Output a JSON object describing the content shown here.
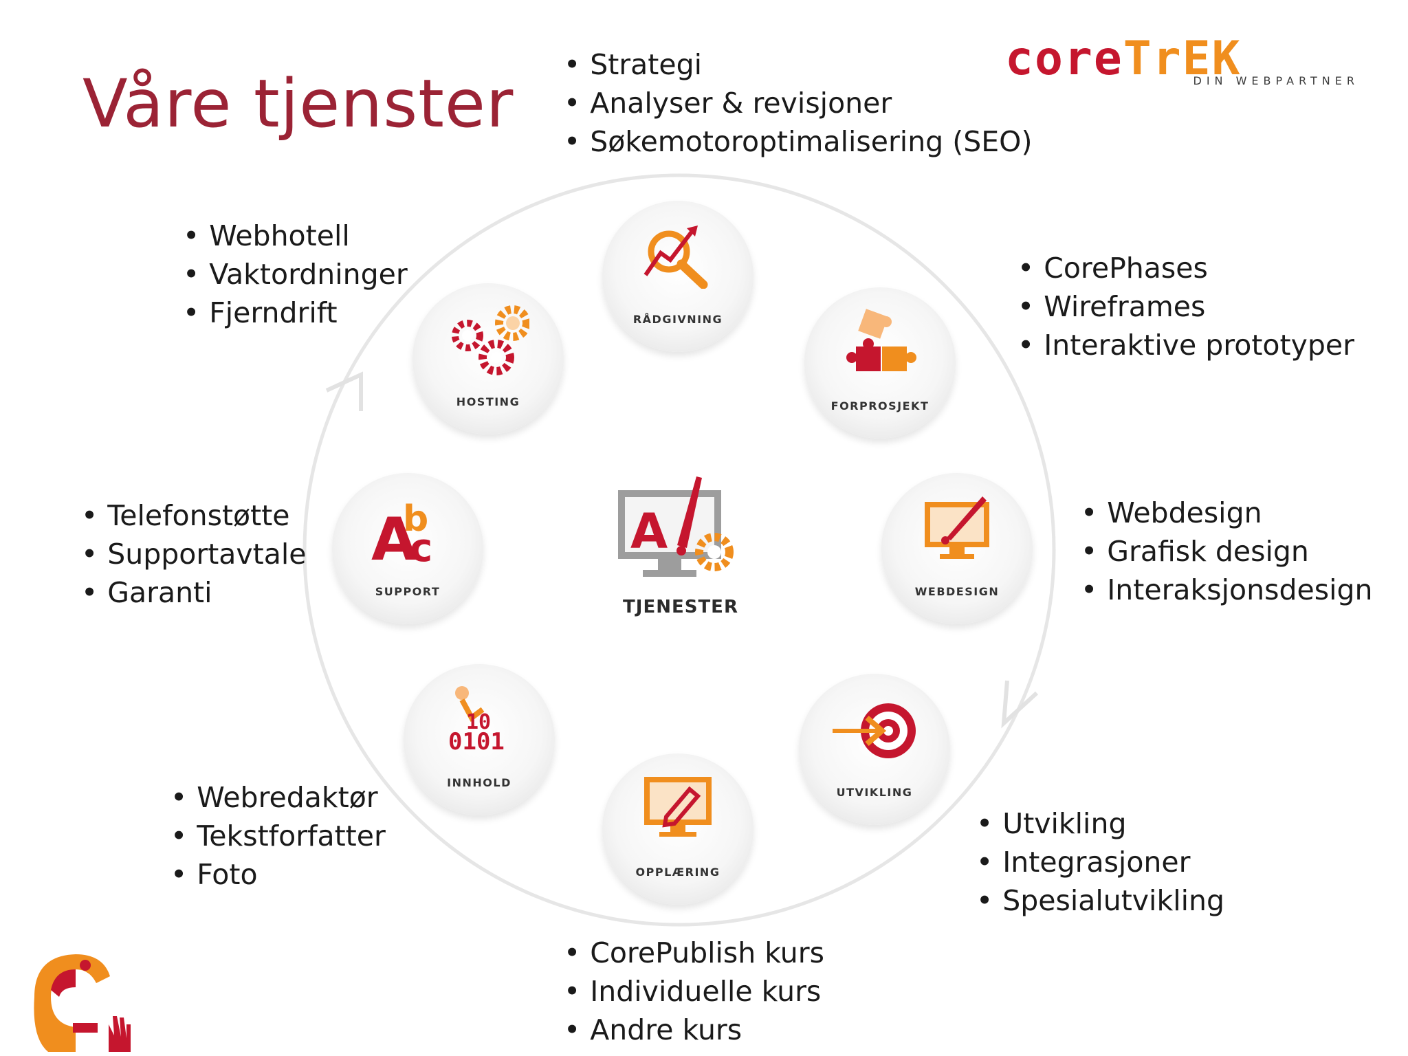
{
  "slide": {
    "title": "Våre tjenster",
    "logo": {
      "text_core": "core",
      "text_trek": "TrEK",
      "subtitle": "DIN WEBPARTNER"
    }
  },
  "diagram": {
    "center_label": "TJENESTER",
    "nodes": [
      {
        "label": "RÅDGIVNING",
        "icon": "chart-magnifier-icon"
      },
      {
        "label": "FORPROSJEKT",
        "icon": "puzzle-icon"
      },
      {
        "label": "WEBDESIGN",
        "icon": "monitor-brush-icon"
      },
      {
        "label": "UTVIKLING",
        "icon": "target-arrow-icon"
      },
      {
        "label": "OPPLÆRING",
        "icon": "monitor-pencil-icon"
      },
      {
        "label": "INNHOLD",
        "icon": "binary-blocks-icon"
      },
      {
        "label": "SUPPORT",
        "icon": "abc-letters-icon"
      },
      {
        "label": "HOSTING",
        "icon": "gears-icon"
      }
    ],
    "bullet_groups": {
      "radgivning": [
        "Strategi",
        "Analyser & revisjoner",
        "Søkemotoroptimalisering (SEO)"
      ],
      "forprosjekt": [
        "CorePhases",
        "Wireframes",
        "Interaktive prototyper"
      ],
      "webdesign": [
        "Webdesign",
        "Grafisk design",
        "Interaksjonsdesign"
      ],
      "utvikling": [
        "Utvikling",
        "Integrasjoner",
        "Spesialutvikling"
      ],
      "opplaering": [
        "CorePublish kurs",
        "Individuelle kurs",
        "Andre kurs"
      ],
      "innhold": [
        "Webredaktør",
        "Tekstforfatter",
        "Foto"
      ],
      "support": [
        "Telefonstøtte",
        "Supportavtale",
        "Garanti"
      ],
      "hosting": [
        "Webhotell",
        "Vaktordninger",
        "Fjerndrift"
      ]
    }
  },
  "colors": {
    "title": "#9b2335",
    "red": "#c5162e",
    "orange": "#f08e1e",
    "ring": "#e6e6e6"
  }
}
